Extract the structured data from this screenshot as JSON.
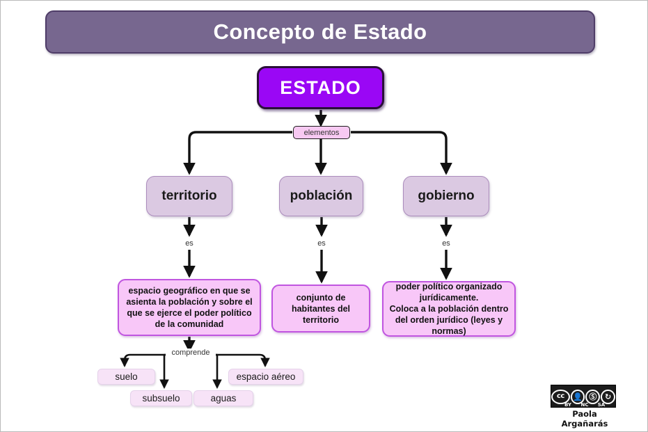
{
  "title": {
    "text": "Concepto de Estado"
  },
  "root": {
    "label": "ESTADO"
  },
  "connectors": {
    "elementos": "elementos",
    "es_1": "es",
    "es_2": "es",
    "es_3": "es",
    "comprende": "comprende"
  },
  "elements": [
    {
      "label": "territorio"
    },
    {
      "label": "población"
    },
    {
      "label": "gobierno"
    }
  ],
  "definitions": [
    {
      "label": "espacio geográfico en que se asienta la población y sobre el que se ejerce el poder político de la comunidad"
    },
    {
      "label": "conjunto de habitantes del territorio"
    },
    {
      "label": "poder político organizado jurídicamente.\nColoca a la población dentro del orden jurídico (leyes y normas)"
    }
  ],
  "territory_parts": [
    {
      "label": "suelo"
    },
    {
      "label": "subsuelo"
    },
    {
      "label": "aguas"
    },
    {
      "label": "espacio aéreo"
    }
  ],
  "license": {
    "mark": "cc",
    "by": "BY",
    "nc": "NC",
    "sa": "SA",
    "author": "Paola Argañarás"
  },
  "colors": {
    "title_fill": "#77678f",
    "root_fill": "#9a07f5",
    "element_fill": "#dbc9e2",
    "definition_fill": "#f8c7f8",
    "leaf_fill": "#f7e3f7",
    "connector_label_fill": "#f7c9f2",
    "line": "#111111",
    "background": "#ffffff"
  }
}
